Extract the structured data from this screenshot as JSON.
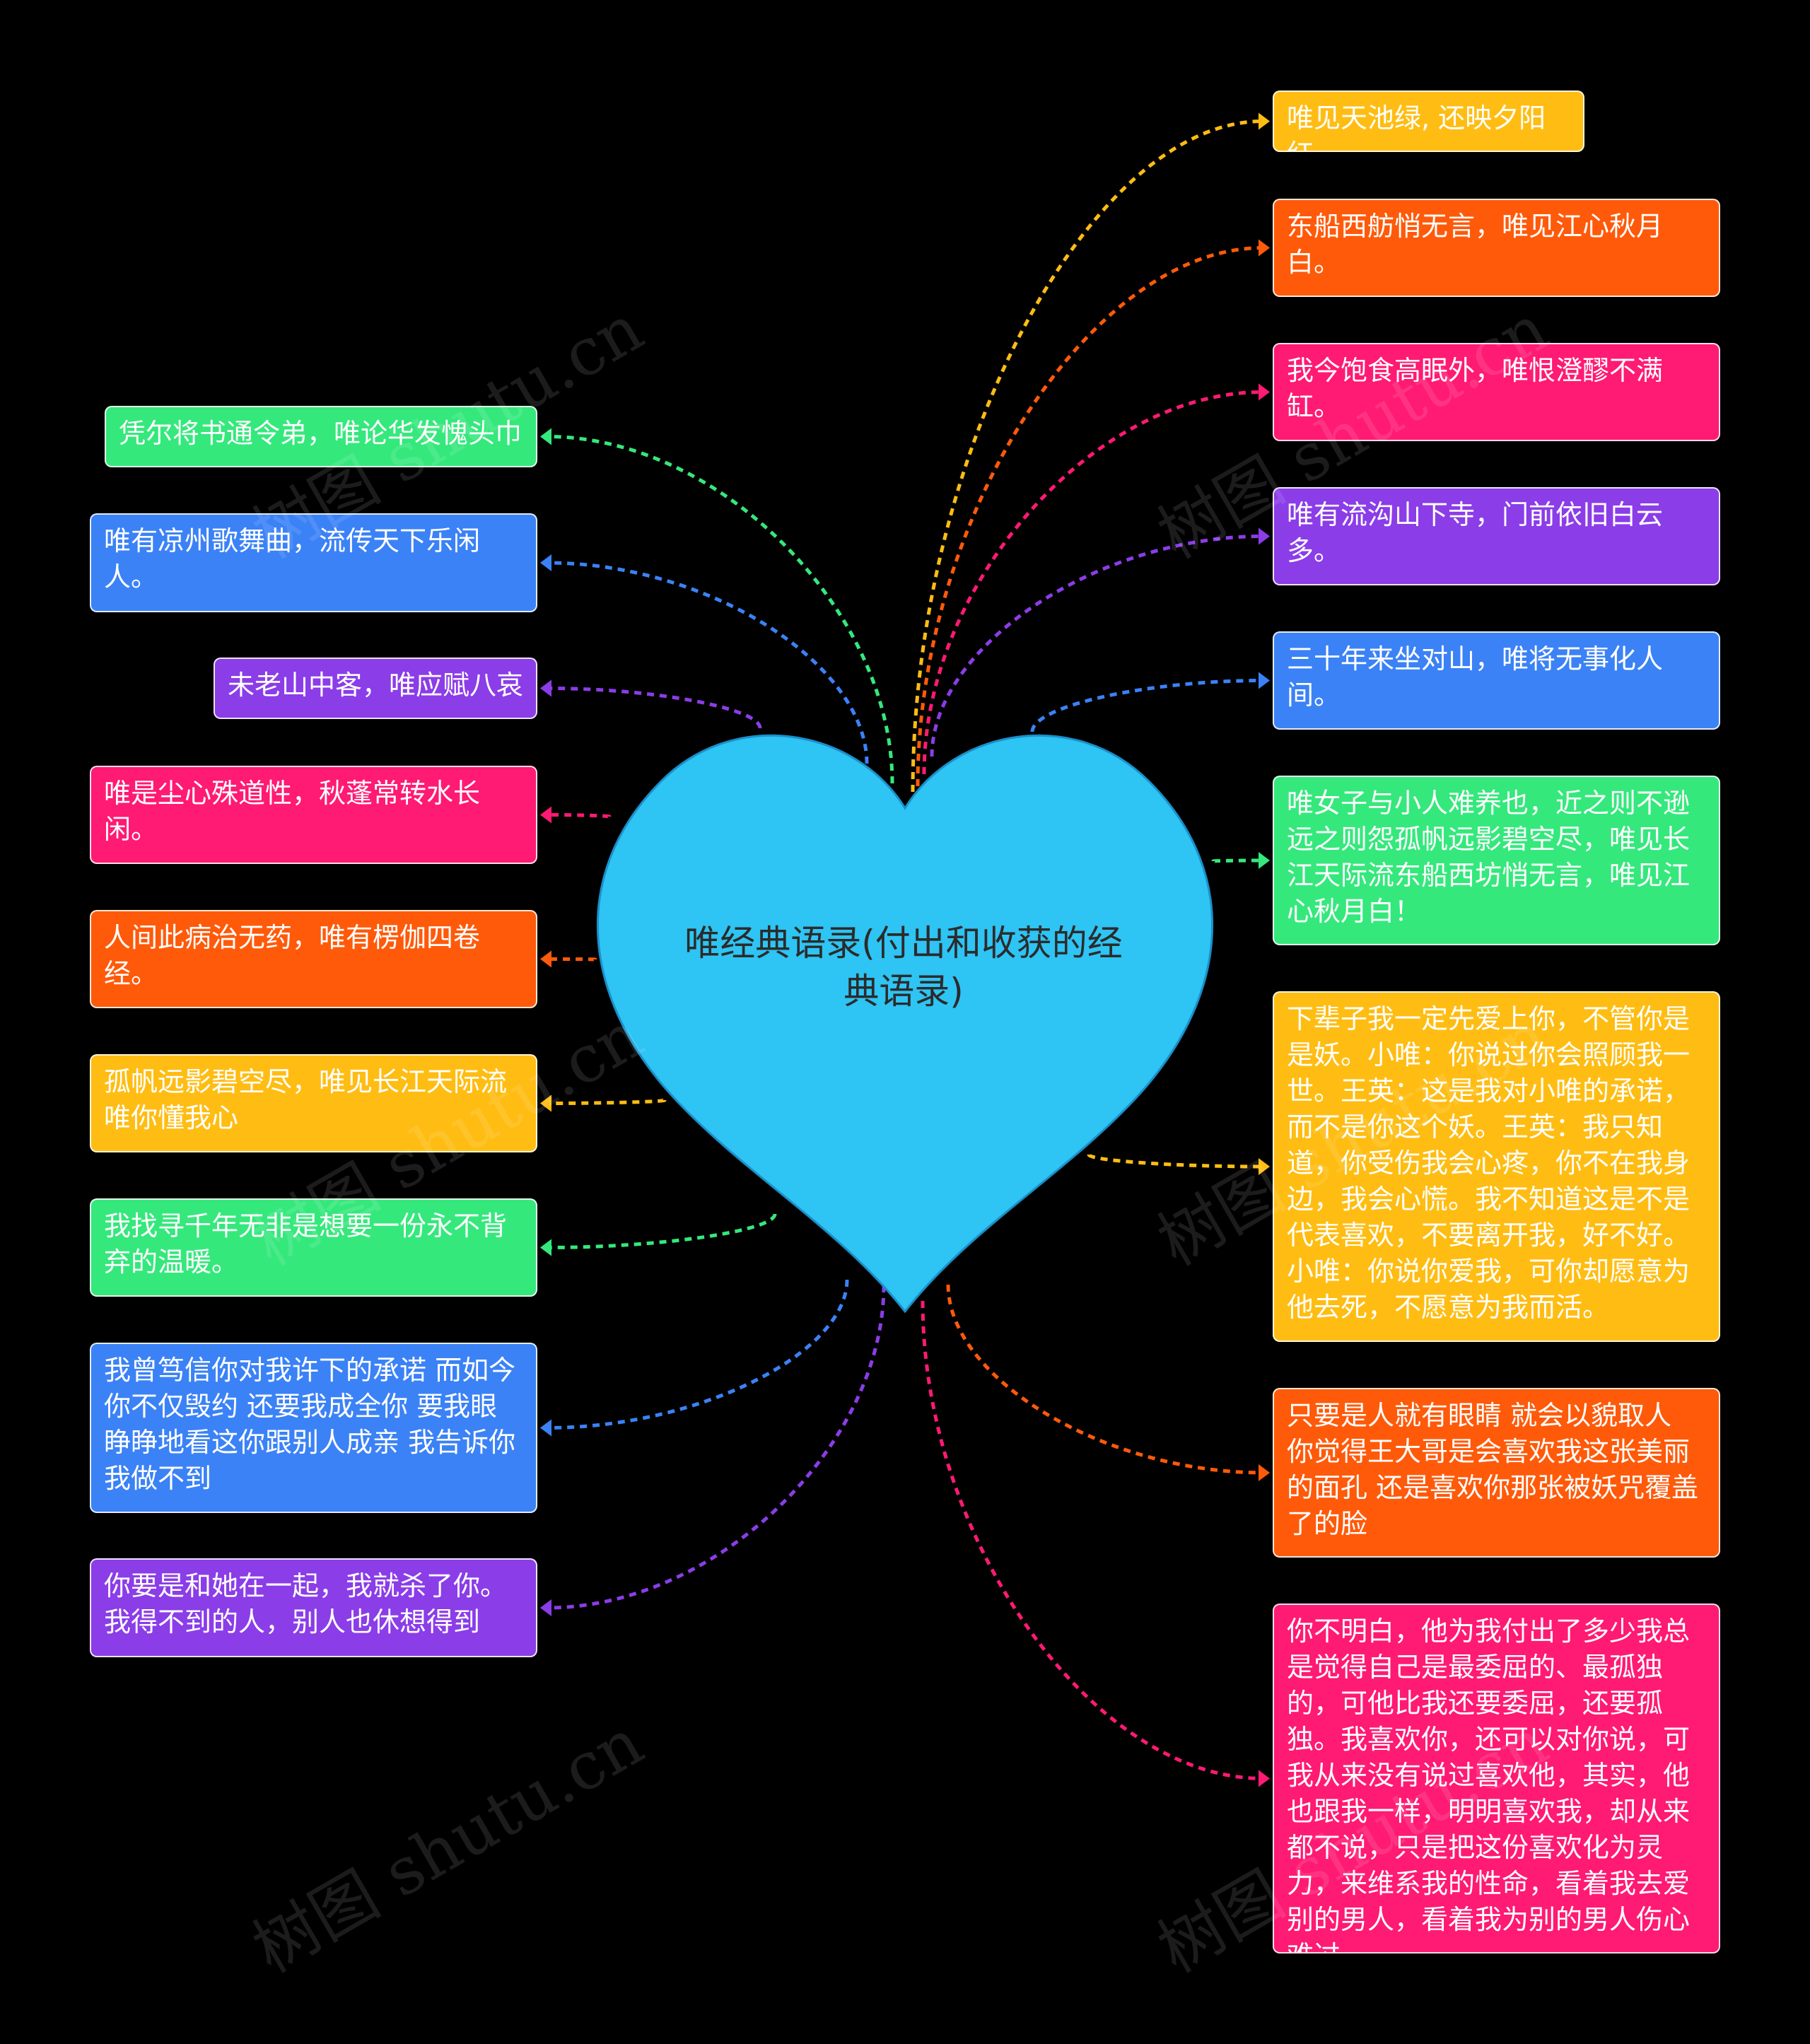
{
  "center": {
    "title": "唯经典语录(付出和收获的经典语录)",
    "fill": "#2ec4f3",
    "stroke": "#1a8fc9"
  },
  "watermark": "树图 shutu.cn",
  "colors": {
    "green": "#35e87c",
    "blue": "#3b82f6",
    "purple": "#8b3de8",
    "pink": "#ff1a73",
    "orange": "#ff5a0a",
    "yellow": "#ffbd13"
  },
  "left_nodes": [
    {
      "text": "凭尔将书通令弟，唯论华发愧头巾",
      "color": "green"
    },
    {
      "text": "唯有凉州歌舞曲，流传天下乐闲人。",
      "color": "blue"
    },
    {
      "text": "未老山中客，唯应赋八哀",
      "color": "purple"
    },
    {
      "text": "唯是尘心殊道性，秋蓬常转水长闲。",
      "color": "pink"
    },
    {
      "text": "人间此病治无药，唯有楞伽四卷经。",
      "color": "orange"
    },
    {
      "text": "孤帆远影碧空尽，唯见长江天际流唯你懂我心",
      "color": "yellow"
    },
    {
      "text": "我找寻千年无非是想要一份永不背弃的温暖。",
      "color": "green"
    },
    {
      "text": "我曾笃信你对我许下的承诺 而如今 你不仅毁约 还要我成全你 要我眼睁睁地看这你跟别人成亲 我告诉你 我做不到",
      "color": "blue"
    },
    {
      "text": "你要是和她在一起，我就杀了你。我得不到的人，别人也休想得到",
      "color": "purple"
    }
  ],
  "right_nodes": [
    {
      "text": "唯见天池绿, 还映夕阳红",
      "color": "yellow"
    },
    {
      "text": "东船西舫悄无言，唯见江心秋月白。",
      "color": "orange"
    },
    {
      "text": "我今饱食高眠外，唯恨澄醪不满缸。",
      "color": "pink"
    },
    {
      "text": "唯有流沟山下寺，门前依旧白云多。",
      "color": "purple"
    },
    {
      "text": "三十年来坐对山，唯将无事化人间。",
      "color": "blue"
    },
    {
      "text": "唯女子与小人难养也，近之则不逊远之则怨孤帆远影碧空尽，唯见长江天际流东船西坊悄无言，唯见江心秋月白！",
      "color": "green"
    },
    {
      "text": "下辈子我一定先爱上你，不管你是是妖。小唯：你说过你会照顾我一世。王英：这是我对小唯的承诺，而不是你这个妖。王英：我只知道，你受伤我会心疼，你不在我身边，我会心慌。我不知道这是不是代表喜欢，不要离开我，好不好。小唯：你说你爱我，可你却愿意为他去死，不愿意为我而活。",
      "color": "yellow"
    },
    {
      "text": "只要是人就有眼睛 就会以貌取人 你觉得王大哥是会喜欢我这张美丽的面孔 还是喜欢你那张被妖咒覆盖了的脸",
      "color": "orange"
    },
    {
      "text": "你不明白，他为我付出了多少我总是觉得自己是最委屈的、最孤独的，可他比我还要委屈，还要孤独。我喜欢你，还可以对你说，可我从来没有说过喜欢他，其实，他也跟我一样，明明喜欢我，却从来都不说，只是把这份喜欢化为灵力，来维系我的性命，看着我去爱别的男人，看着我为别的男人伤心难过。",
      "color": "pink"
    }
  ]
}
